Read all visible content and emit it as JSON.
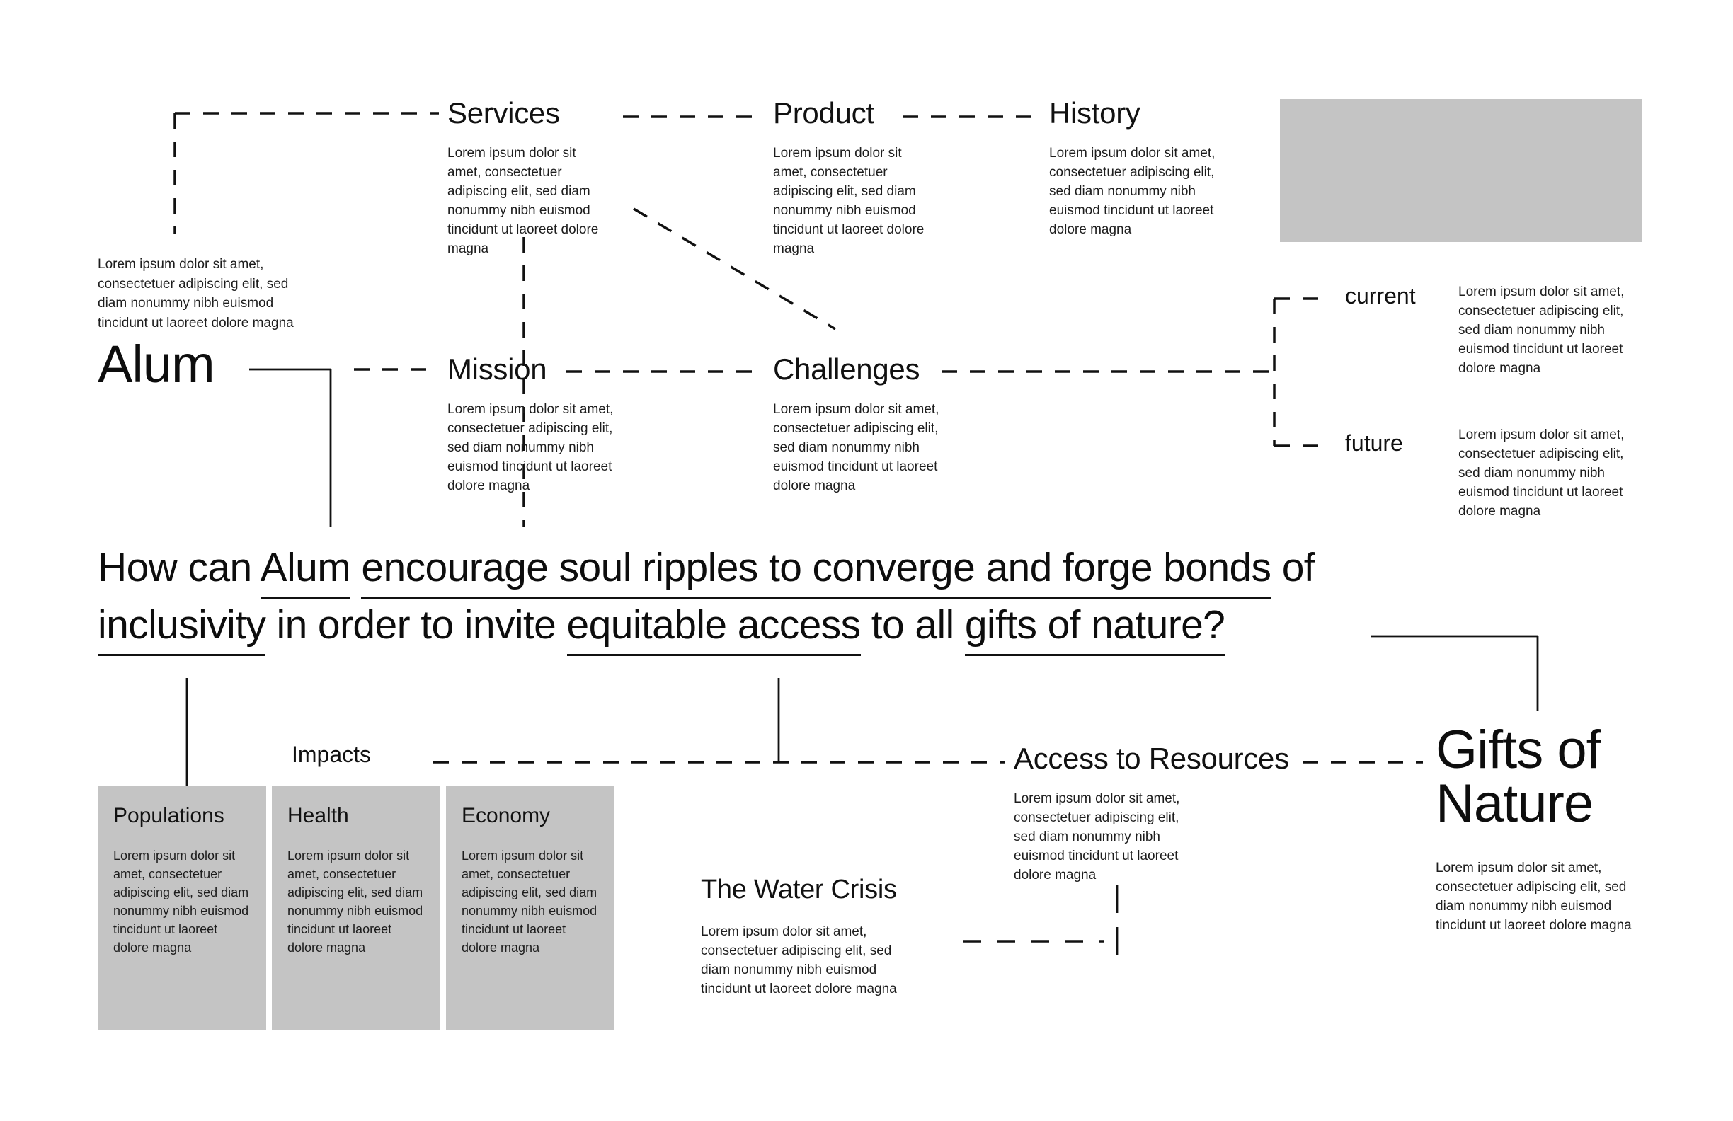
{
  "brand": {
    "name": "Alum",
    "intro": "Lorem ipsum dolor sit amet, consectetuer adipiscing elit, sed diam nonummy nibh euismod tincidunt ut laoreet dolore magna"
  },
  "body_copy": {
    "standard": "Lorem ipsum dolor sit amet, consectetuer adipiscing elit, sed diam nonummy nibh euismod tincidunt ut laoreet dolore magna",
    "card": "Lorem ipsum dolor sit amet, consectetuer adipiscing elit, sed diam nonummy nibh euismod tincidunt ut laoreet dolore magna",
    "water": "Lorem ipsum dolor sit amet, consectetuer adipiscing elit, sed diam nonummy nibh euismod tincidunt ut laoreet dolore magna"
  },
  "top_nodes": [
    {
      "title": "Services",
      "body": "Lorem ipsum dolor sit amet, consectetuer adipiscing elit, sed diam nonummy nibh euismod tincidunt ut laoreet dolore magna"
    },
    {
      "title": "Product",
      "body": "Lorem ipsum dolor sit amet, consectetuer adipiscing elit, sed diam nonummy nibh euismod tincidunt ut laoreet dolore magna"
    },
    {
      "title": "History",
      "body": "Lorem ipsum dolor sit amet, consectetuer adipiscing elit, sed diam nonummy nibh euismod tincidunt ut laoreet dolore magna"
    }
  ],
  "mid_nodes": [
    {
      "title": "Mission",
      "body": "Lorem ipsum dolor sit amet, consectetuer adipiscing elit, sed diam nonummy nibh euismod tincidunt ut laoreet dolore magna"
    },
    {
      "title": "Challenges",
      "body": "Lorem ipsum dolor sit amet, consectetuer adipiscing elit, sed diam nonummy nibh euismod tincidunt ut laoreet dolore magna"
    }
  ],
  "timeline": [
    {
      "label": "current",
      "body": "Lorem ipsum dolor sit amet, consectetuer adipiscing elit, sed diam nonummy nibh euismod tincidunt ut laoreet dolore magna"
    },
    {
      "label": "future",
      "body": "Lorem ipsum dolor sit amet, consectetuer adipiscing elit, sed diam nonummy nibh euismod tincidunt ut laoreet dolore magna"
    }
  ],
  "question": {
    "line1": [
      {
        "text": "How can ",
        "underline": false
      },
      {
        "text": "Alum",
        "underline": true
      },
      {
        "text": " ",
        "underline": false
      },
      {
        "text": "encourage soul ripples to converge and forge bonds",
        "underline": true
      },
      {
        "text": " of",
        "underline": false
      }
    ],
    "line2": [
      {
        "text": "inclusivity",
        "underline": true
      },
      {
        "text": " in order to invite ",
        "underline": false
      },
      {
        "text": "equitable access",
        "underline": true
      },
      {
        "text": " to all ",
        "underline": false
      },
      {
        "text": "gifts of nature?",
        "underline": true
      }
    ]
  },
  "impacts": {
    "title": "Impacts",
    "cards": [
      {
        "title": "Populations",
        "body": "Lorem ipsum dolor sit amet, consectetuer adipiscing elit, sed diam nonummy nibh euismod tincidunt ut laoreet dolore magna"
      },
      {
        "title": "Health",
        "body": "Lorem ipsum dolor sit amet, consectetuer adipiscing elit, sed diam nonummy nibh euismod tincidunt ut laoreet dolore magna"
      },
      {
        "title": "Economy",
        "body": "Lorem ipsum dolor sit amet, consectetuer adipiscing elit, sed diam nonummy nibh euismod tincidunt ut laoreet dolore magna"
      }
    ]
  },
  "water_crisis": {
    "title": "The Water Crisis",
    "body": "Lorem ipsum dolor sit amet, consectetuer adipiscing elit, sed diam nonummy nibh euismod tincidunt ut laoreet dolore magna"
  },
  "access": {
    "title": "Access to Resources",
    "body": "Lorem ipsum dolor sit amet, consectetuer adipiscing elit, sed diam nonummy nibh euismod tincidunt ut laoreet dolore magna"
  },
  "gifts": {
    "title_line1": "Gifts of",
    "title_line2": "Nature",
    "body": "Lorem ipsum dolor sit amet, consectetuer adipiscing elit, sed diam nonummy nibh euismod tincidunt ut laoreet dolore magna"
  },
  "colors": {
    "gray_block": "#C4C4C4",
    "ink": "#111111",
    "background": "#FFFFFF"
  }
}
